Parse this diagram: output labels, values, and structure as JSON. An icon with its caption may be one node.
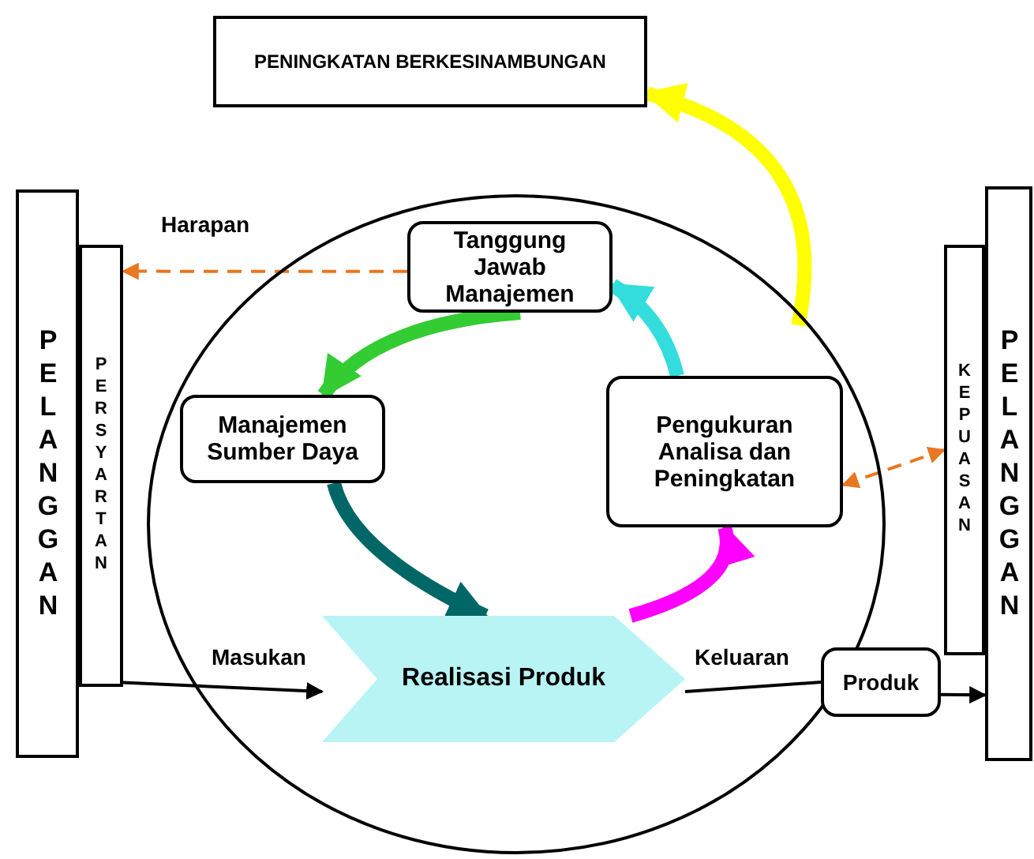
{
  "diagram": {
    "nodes": [
      {
        "text": [
          "PENINGKATAN BERKESINAMBUNGAN"
        ]
      },
      {
        "text": [
          "PELANGGAN"
        ]
      },
      {
        "text": [
          "PERSYARTAN"
        ]
      },
      {
        "text": [],
        "shape": "circle"
      },
      {
        "text": [
          "Tanggung Jawab Manajemen"
        ],
        "in": 3
      },
      {
        "text": [
          "Manajemen Sumber Daya"
        ],
        "in": 3
      },
      {
        "text": [
          "Realisasi Produk"
        ],
        "in": 3
      },
      {
        "text": [
          "Pengukuran Analisa dan Peningkatan"
        ],
        "in": 3
      },
      {
        "text": [
          "Produk"
        ]
      },
      {
        "text": [
          "KEPUASAN"
        ]
      },
      {
        "text": [
          "PELANGGAN"
        ]
      }
    ],
    "edges": [
      {
        "from": 4,
        "to": 2,
        "arrow": "to",
        "label": "Harapan",
        "style": "dashed",
        "color": "#e87722"
      },
      {
        "from": 2,
        "to": 6,
        "arrow": "to",
        "label": "Masukan"
      },
      {
        "from": 6,
        "to": 8,
        "arrow": "none",
        "label": "Keluaran"
      },
      {
        "from": 8,
        "to": 10,
        "arrow": "to"
      },
      {
        "from": 7,
        "to": 9,
        "arrow": "both",
        "style": "dashed",
        "color": "#e87722"
      },
      {
        "from": 4,
        "to": 5,
        "arrow": "to",
        "style": "thick",
        "color": "#33cc33"
      },
      {
        "from": 5,
        "to": 6,
        "arrow": "to",
        "style": "thick",
        "color": "#006666"
      },
      {
        "from": 6,
        "to": 7,
        "arrow": "to",
        "style": "thick",
        "color": "#ff00ff"
      },
      {
        "from": 7,
        "to": 4,
        "arrow": "to",
        "style": "thick",
        "color": "#33dddd"
      },
      {
        "from": 3,
        "to": 0,
        "arrow": "to",
        "style": "thick",
        "color": "#ffff00"
      }
    ]
  }
}
